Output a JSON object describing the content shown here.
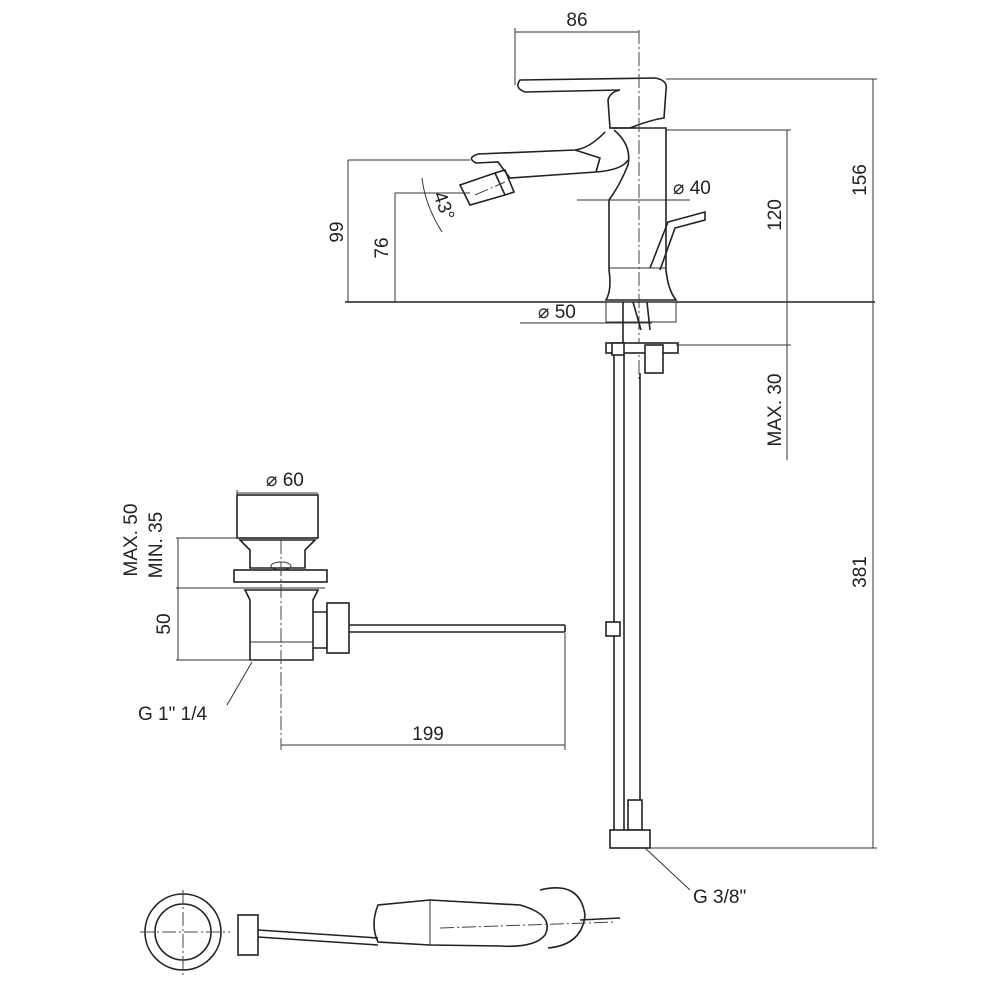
{
  "drawing": {
    "faucet_dimensions": {
      "spout_reach": "86",
      "total_height": "156",
      "body_height": "120",
      "lever_height": "99",
      "nozzle_height": "76",
      "nozzle_angle": "43°",
      "body_diameter": "⌀ 40",
      "base_diameter": "⌀ 50",
      "max_deck_thickness": "MAX. 30",
      "hose_length": "381",
      "hose_thread": "G 3/8\""
    },
    "drain_dimensions": {
      "cap_diameter": "⌀ 60",
      "max_label": "MAX. 50",
      "min_label": "MIN. 35",
      "body_height": "50",
      "thread": "G 1\" 1/4",
      "rod_length": "199"
    }
  }
}
